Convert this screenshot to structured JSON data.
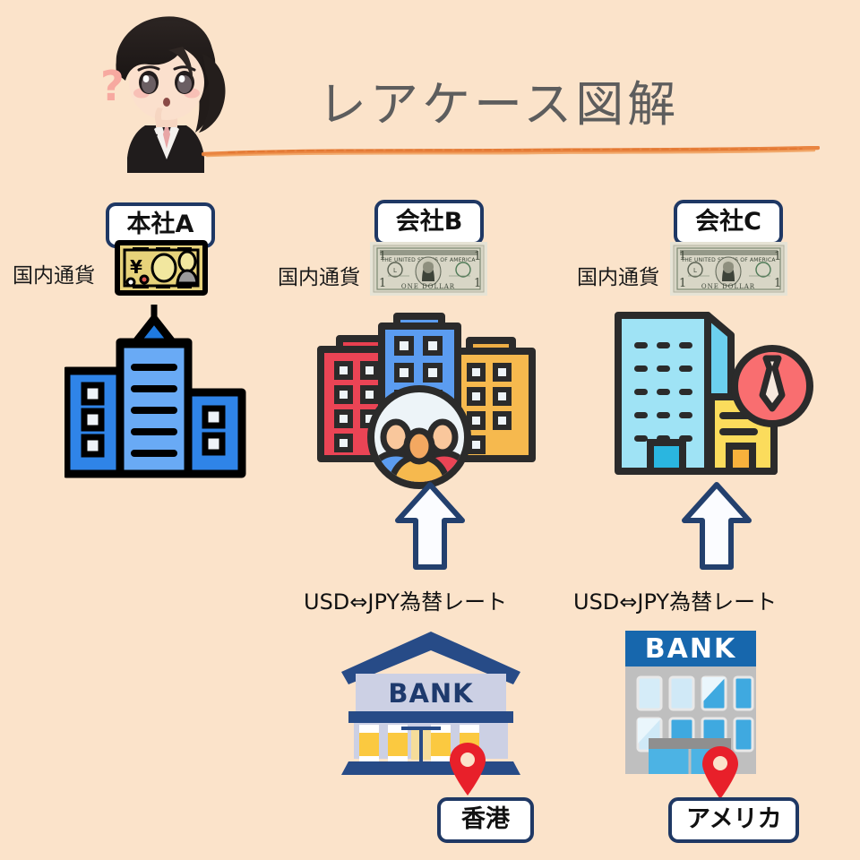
{
  "page": {
    "title": "レアケース図解",
    "background_color": "#fbe3ca",
    "rule_color": "#e8803a"
  },
  "mascot": {
    "name": "thinking-business-woman",
    "question_mark": "?"
  },
  "columns": [
    {
      "id": "a",
      "chip_label": "本社A",
      "currency_label": "国内通貨",
      "banknote": "yen-banknote-icon",
      "building": "office-tower-blue-icon",
      "rate_label": null,
      "arrow": false,
      "bank": null,
      "location_label": null
    },
    {
      "id": "b",
      "chip_label": "会社B",
      "currency_label": "国内通貨",
      "banknote": "us-dollar-banknote-icon",
      "building": "company-buildings-people-icon",
      "rate_label": "USD⇔JPY為替レート",
      "arrow": true,
      "bank": "classical-bank-icon",
      "bank_sign": "BANK",
      "location_label": "香港"
    },
    {
      "id": "c",
      "chip_label": "会社C",
      "currency_label": "国内通貨",
      "banknote": "us-dollar-banknote-icon",
      "building": "company-building-necktie-icon",
      "rate_label": "USD⇔JPY為替レート",
      "arrow": true,
      "bank": "modern-bank-icon",
      "bank_sign": "BANK",
      "location_label": "アメリカ"
    }
  ],
  "colors": {
    "chip_border": "#1f3864",
    "arrow_stroke": "#23406e",
    "pin": "#e8202a",
    "bank_navy": "#274b87",
    "title_gray": "#5d5d5d"
  }
}
